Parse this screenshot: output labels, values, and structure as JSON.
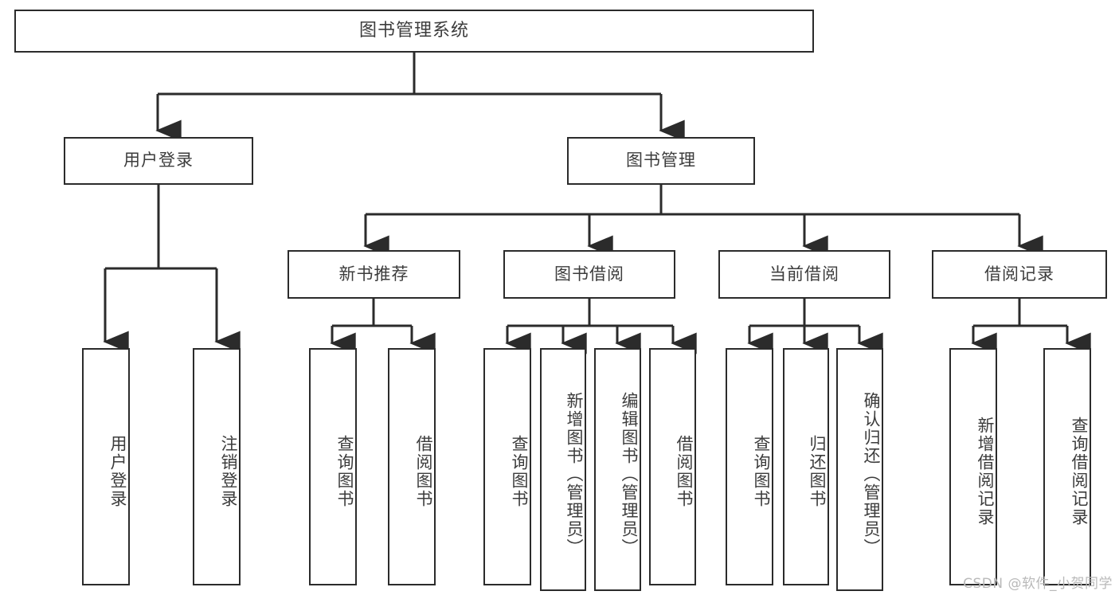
{
  "diagram": {
    "title": "图书管理系统",
    "root": {
      "label": "图书管理系统"
    },
    "level1": [
      {
        "label": "用户登录"
      },
      {
        "label": "图书管理"
      }
    ],
    "level2": [
      {
        "label": "新书推荐"
      },
      {
        "label": "图书借阅"
      },
      {
        "label": "当前借阅"
      },
      {
        "label": "借阅记录"
      }
    ],
    "leaves": {
      "user_login": [
        {
          "label": "用户登录"
        },
        {
          "label": "注销登录"
        }
      ],
      "new_book_recommend": [
        {
          "label": "查询图书"
        },
        {
          "label": "借阅图书"
        }
      ],
      "book_borrow": [
        {
          "label": "查询图书"
        },
        {
          "label": "新增图书（管理员）"
        },
        {
          "label": "编辑图书（管理员）"
        },
        {
          "label": "借阅图书"
        }
      ],
      "current_borrow": [
        {
          "label": "查询图书"
        },
        {
          "label": "归还图书"
        },
        {
          "label": "确认归还（管理员）"
        }
      ],
      "borrow_record": [
        {
          "label": "新增借阅记录"
        },
        {
          "label": "查询借阅记录"
        }
      ]
    },
    "watermark": "CSDN @软件_小贺同学",
    "colors": {
      "stroke": "#2b2b2b",
      "text": "#3c3c3c",
      "background": "#ffffff",
      "watermark": "#b9b9b9"
    }
  }
}
